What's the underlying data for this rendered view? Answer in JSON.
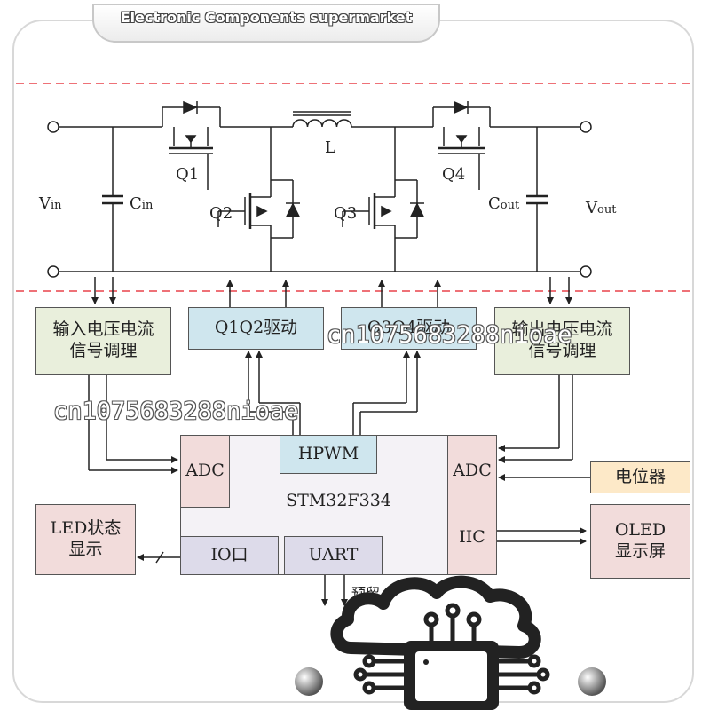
{
  "banner": {
    "title": "Electronic Components supermarket"
  },
  "circuit": {
    "q1": "Q1",
    "q2": "Q2",
    "q3": "Q3",
    "q4": "Q4",
    "inductor": "L",
    "vin": {
      "main": "V",
      "sub": "in"
    },
    "cin": {
      "main": "C",
      "sub": "in"
    },
    "cout": {
      "main": "C",
      "sub": "out"
    },
    "vout": {
      "main": "V",
      "sub": "out"
    }
  },
  "blocks": {
    "input_sense_line1": "输入电压电流",
    "input_sense_line2": "信号调理",
    "q1q2_driver": "Q1Q2驱动",
    "q3q4_driver": "Q3Q4驱动",
    "output_sense_line1": "输出电压电流",
    "output_sense_line2": "信号调理",
    "mcu": "STM32F334",
    "hpwm": "HPWM",
    "adc_left": "ADC",
    "adc_right": "ADC",
    "io": "IO口",
    "uart": "UART",
    "iic": "IIC",
    "led_line1": "LED状态",
    "led_line2": "显示",
    "potentiometer": "电位器",
    "oled_line1": "OLED",
    "oled_line2": "显示屏",
    "reserved": "预留"
  },
  "watermarks": [
    "cn1075683288nioae",
    "cn1075683288nioae"
  ],
  "colors": {
    "divider": "#e8424a",
    "green_block": "#e9efdc",
    "blue_block": "#cfe6ee",
    "pink_block": "#f2dcdb",
    "lavender_block": "#dddbea",
    "yellow_block": "#fde9c8"
  }
}
